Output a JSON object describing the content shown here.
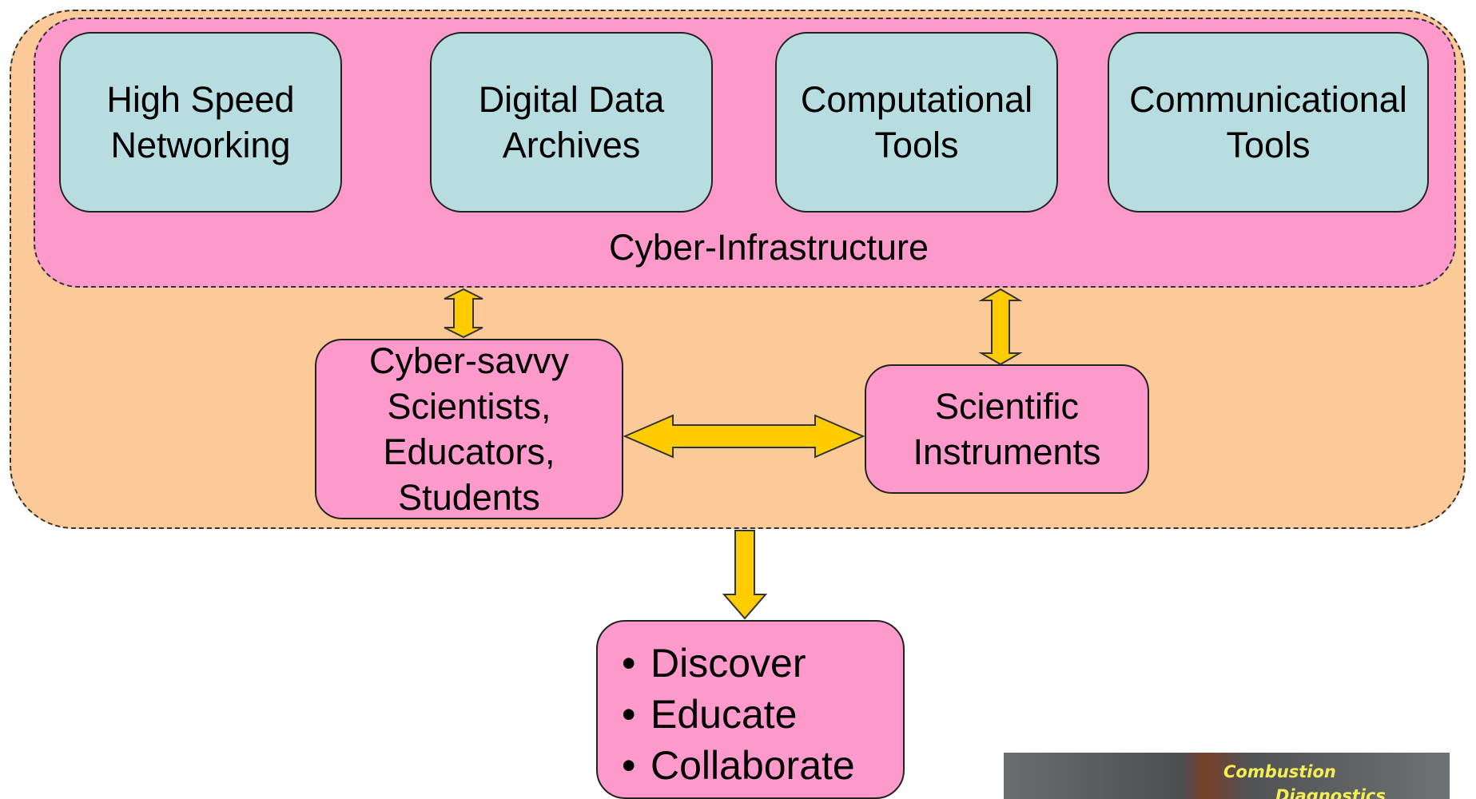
{
  "tools": [
    {
      "label": "High Speed\nNetworking"
    },
    {
      "label": "Digital Data\nArchives"
    },
    {
      "label": "Computational\nTools"
    },
    {
      "label": "Communicational\nTools"
    }
  ],
  "cyber_infrastructure": {
    "label": "Cyber-Infrastructure"
  },
  "people": {
    "label": "Cyber-savvy\nScientists,\nEducators,\nStudents"
  },
  "instruments": {
    "label": "Scientific\nInstruments"
  },
  "outcomes": [
    "Discover",
    "Educate",
    "Collaborate"
  ],
  "photo": {
    "line1": "Combustion",
    "line2": "Diagnostics"
  },
  "colors": {
    "outer": "#fcc998",
    "cyber": "#fd99cb",
    "tool": "#b7dde1",
    "arrow": "#ffcc00"
  }
}
